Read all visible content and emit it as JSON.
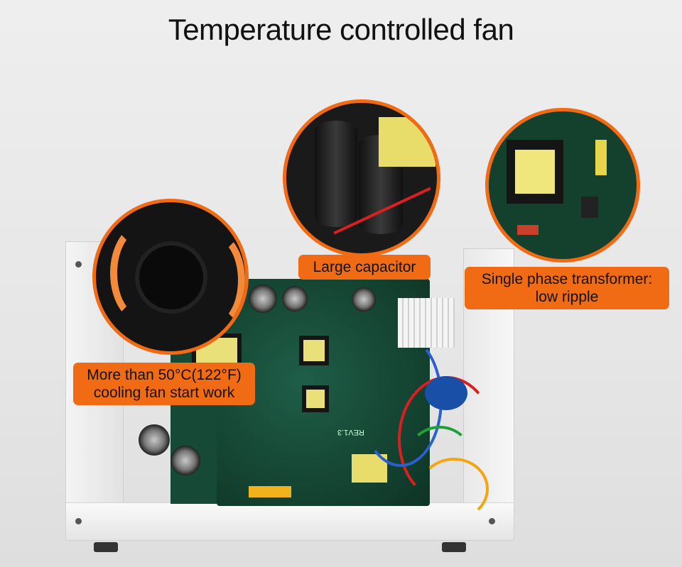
{
  "title": "Temperature controlled fan",
  "callouts": {
    "capacitor": "Large capacitor",
    "transformer_line1": "Single phase transformer:",
    "transformer_line2": "low ripple",
    "fan_line1": "More than 50°C(122°F)",
    "fan_line2": "cooling fan start work"
  },
  "colors": {
    "accent": "#f06b13",
    "pcb": "#14402e",
    "background": "#e8e8e8"
  },
  "pcb_text": "REV1.3"
}
